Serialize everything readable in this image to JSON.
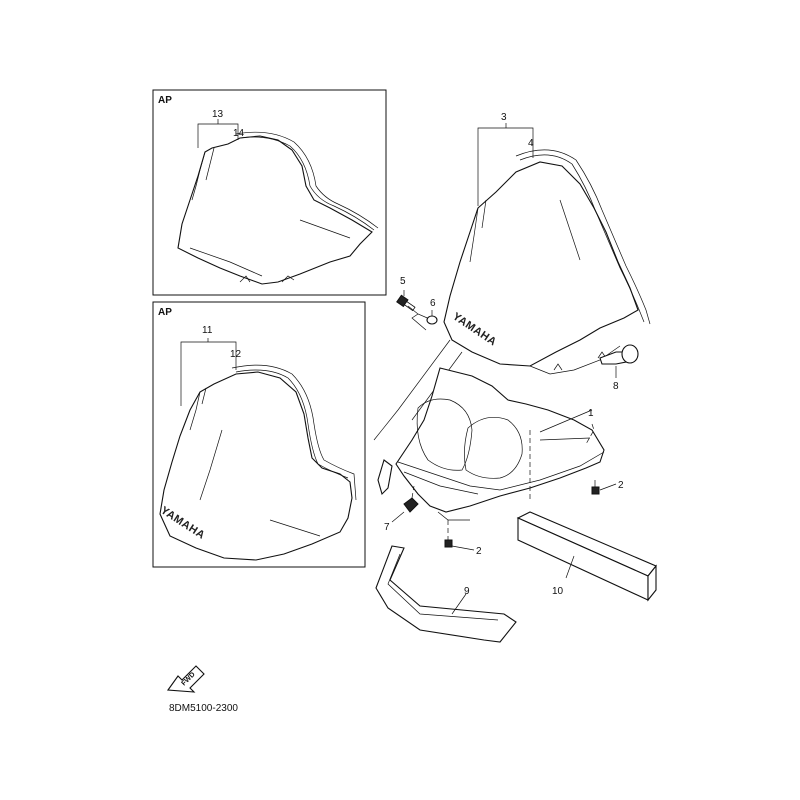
{
  "diagram": {
    "drawing_code": "8DM5100-2300",
    "fwd_label": "FWD",
    "brand_text": "YAMAHA",
    "inset_top": {
      "tag": "AP",
      "callouts": [
        "13",
        "14"
      ]
    },
    "inset_bottom": {
      "tag": "AP",
      "callouts": [
        "11",
        "12"
      ]
    },
    "callouts": {
      "c1": "1",
      "c2a": "2",
      "c2b": "2",
      "c3": "3",
      "c4": "4",
      "c5": "5",
      "c6": "6",
      "c7": "7",
      "c8": "8",
      "c9": "9",
      "c10": "10"
    }
  }
}
